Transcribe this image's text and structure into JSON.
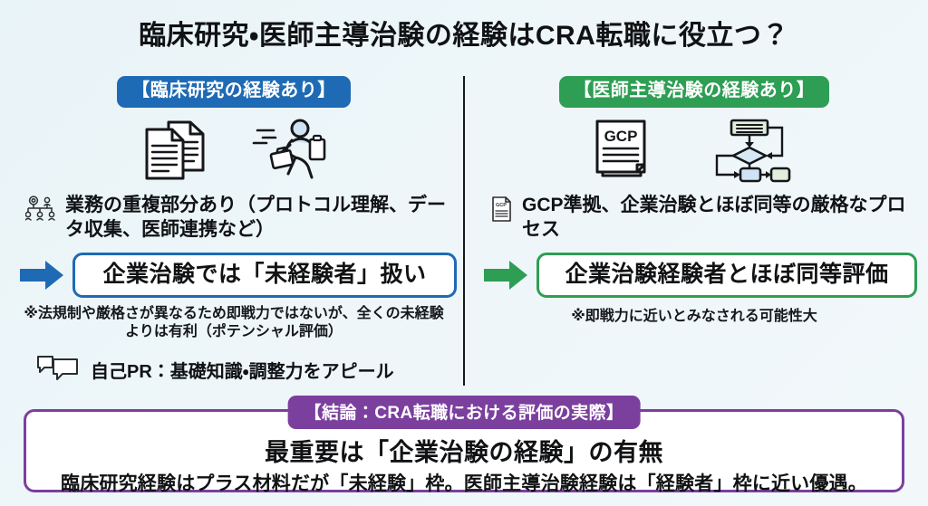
{
  "page": {
    "title": "臨床研究・医師主導治験の経験はCRA転職に役立つ？",
    "background_color": "#eaf4f8"
  },
  "colors": {
    "blue": "#1f6ab4",
    "green": "#2e9e54",
    "purple": "#7b3f9e",
    "text": "#101214"
  },
  "columns": {
    "left": {
      "badge": "【臨床研究の経験あり】",
      "badge_color": "#1f6ab4",
      "icons": [
        "documents-icon",
        "running-businessperson-icon"
      ],
      "bullet": {
        "icon": "org-chart-people-icon",
        "text": "業務の重複部分あり（プロトコル理解、データ収集、医師連携など）"
      },
      "outcome": {
        "arrow_icon": "right-arrow-icon",
        "arrow_color": "#1f6ab4",
        "text": "企業治験では「未経験者」扱い",
        "border_color": "#1f6ab4"
      },
      "note": "※法規制や厳格さが異なるため即戦力ではないが、全くの未経験よりは有利（ポテンシャル評価）",
      "pr": {
        "icon": "speech-bubbles-icon",
        "text": "自己PR：基礎知識・調整力をアピール"
      }
    },
    "right": {
      "badge": "【医師主導治験の経験あり】",
      "badge_color": "#2e9e54",
      "icons": [
        "gcp-document-icon",
        "flowchart-icon"
      ],
      "document_label": "GCP",
      "bullet": {
        "icon": "gcp-document-small-icon",
        "text": "GCP準拠、企業治験とほぼ同等の厳格なプロセス"
      },
      "outcome": {
        "arrow_icon": "right-arrow-icon",
        "arrow_color": "#2e9e54",
        "text": "企業治験経験者とほぼ同等評価",
        "border_color": "#2e9e54"
      },
      "note": "※即戦力に近いとみなされる可能性大"
    }
  },
  "conclusion": {
    "badge": "【結論：CRA転職における評価の実際】",
    "badge_color": "#7b3f9e",
    "heading": "最重要は「企業治験の経験」の有無",
    "subtext": "臨床研究経験はプラス材料だが「未経験」枠。医師主導治験経験は「経験者」枠に近い優遇。"
  }
}
